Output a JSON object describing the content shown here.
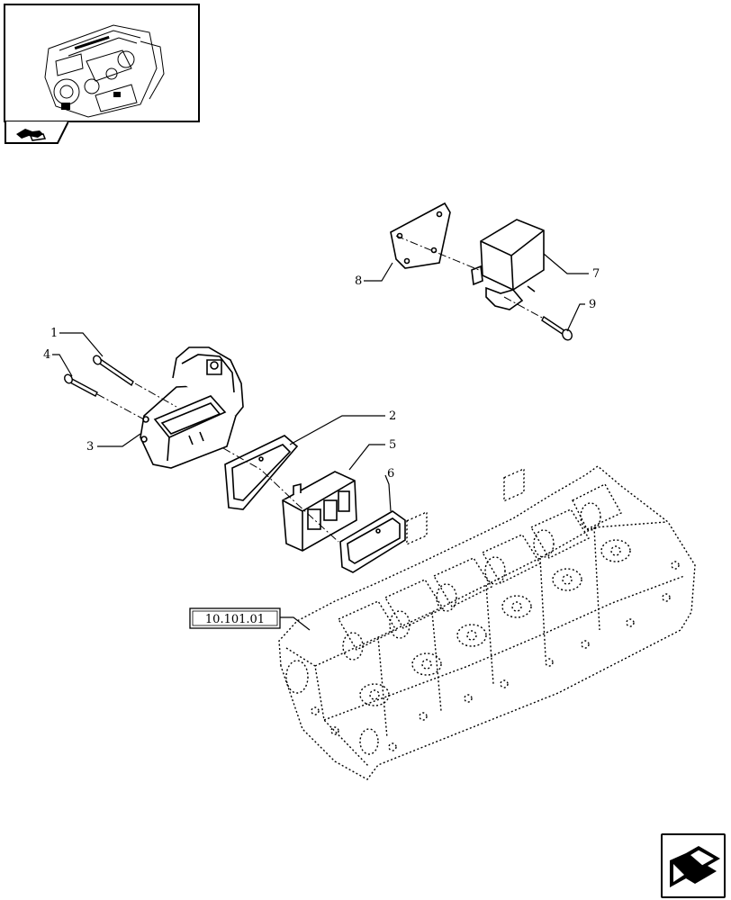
{
  "callouts": {
    "c1": "1",
    "c2": "2",
    "c3": "3",
    "c4": "4",
    "c5": "5",
    "c6": "6",
    "c7": "7",
    "c8": "8",
    "c9": "9"
  },
  "reference": "10.101.01",
  "icons": {
    "thumbnail": "engine-thumbnail-icon",
    "tab": "section-tab-icon",
    "next": "next-page-arrow-icon"
  },
  "colors": {
    "line": "#000000",
    "background": "#ffffff"
  }
}
